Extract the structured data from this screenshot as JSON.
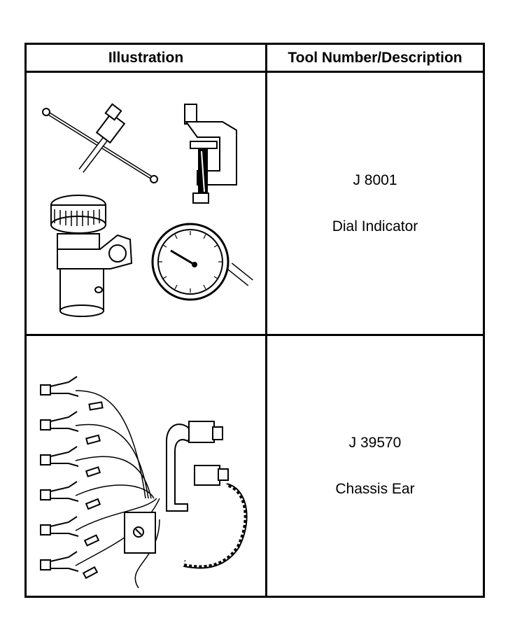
{
  "table": {
    "headers": {
      "illustration": "Illustration",
      "description": "Tool Number/Description"
    },
    "rows": [
      {
        "tool_number": "J 8001",
        "description": "Dial Indicator",
        "illustration_icon": "dial-indicator-set-icon"
      },
      {
        "tool_number": "J 39570",
        "description": "Chassis Ear",
        "illustration_icon": "chassis-ear-harness-icon"
      }
    ]
  }
}
